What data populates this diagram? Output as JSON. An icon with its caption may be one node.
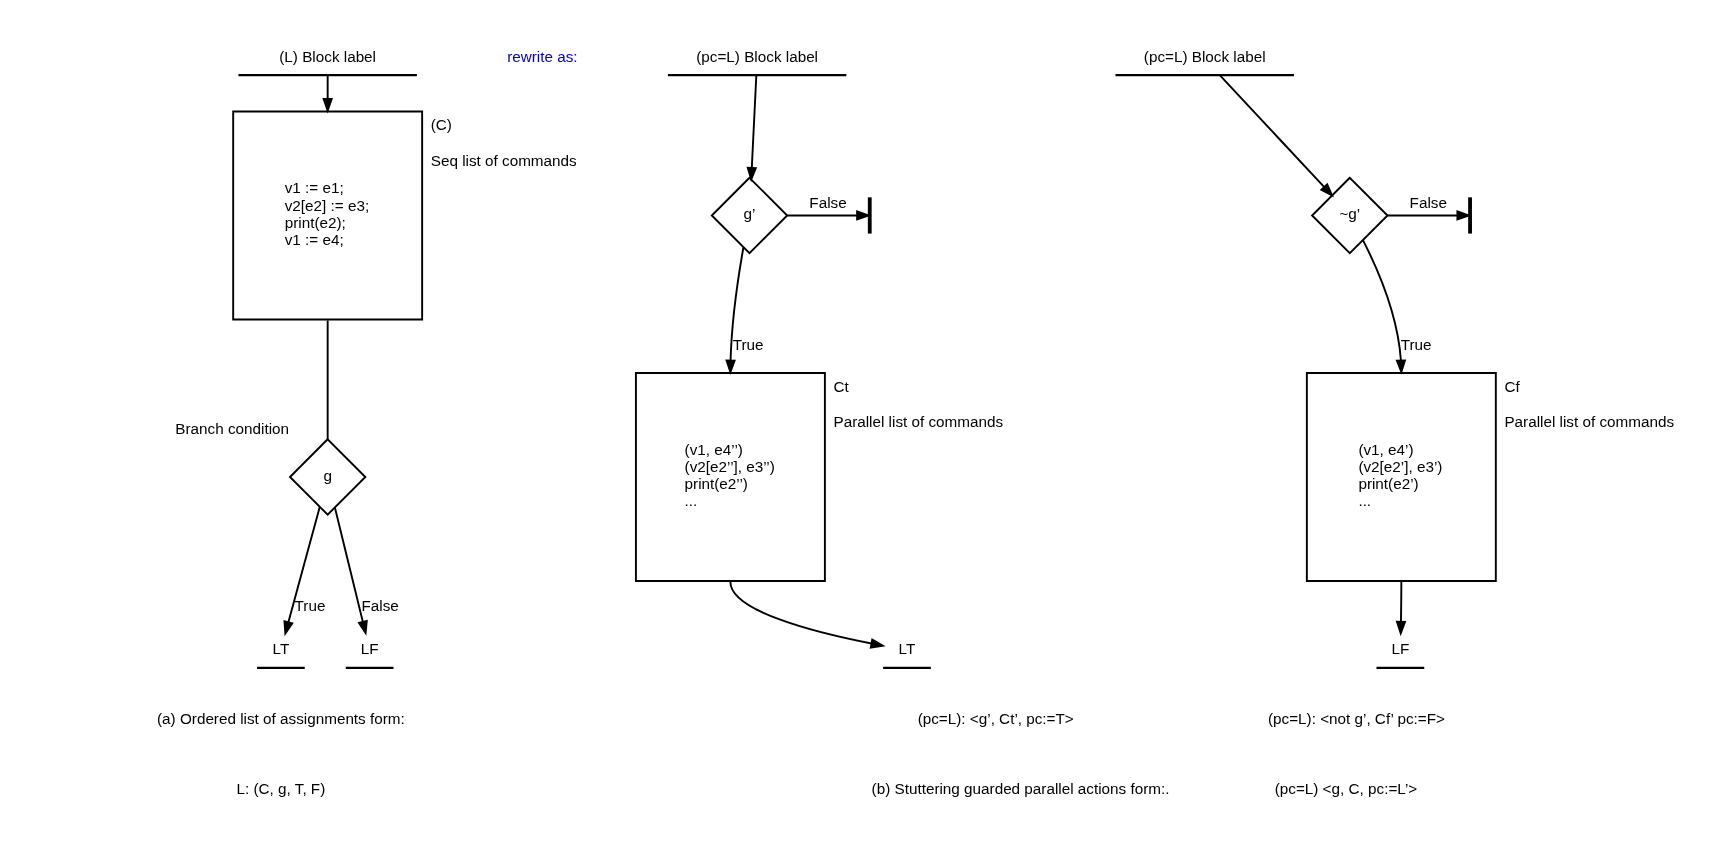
{
  "diagram": {
    "nodes": [
      {
        "text": [
          "(L) Block label"
        ]
      },
      {
        "text": [
          "v1 := e1;",
          "v2[e2] := e3;",
          "print(e2);",
          "v1 := e4;"
        ],
        "beside": [
          "(C)",
          "Seq list of commands"
        ]
      },
      {
        "text": [
          "g"
        ],
        "beside": [
          "Branch condition"
        ]
      },
      {
        "text": [
          "LT"
        ]
      },
      {
        "text": [
          "LF"
        ]
      },
      {
        "text": [
          "(pc=L) Block label"
        ]
      },
      {
        "text": [
          "g’"
        ]
      },
      {
        "text": [],
        "shape": "bar"
      },
      {
        "text": [
          "(v1, e4’’)",
          "(v2[e2’’], e3’’)",
          "print(e2’’)",
          "..."
        ],
        "beside": [
          "Ct",
          "Parallel list of commands"
        ]
      },
      {
        "text": [
          "LT"
        ]
      },
      {
        "text": [
          "(pc=L) Block label"
        ]
      },
      {
        "text": [
          "~g’"
        ]
      },
      {
        "text": [],
        "shape": "bar"
      },
      {
        "text": [
          "(v1, e4’)",
          "(v2[e2’], e3’)",
          "print(e2’)",
          "..."
        ],
        "beside": [
          "Cf",
          "Parallel list of commands"
        ]
      },
      {
        "text": [
          "LF"
        ]
      }
    ],
    "edges": [
      {
        "from": 0,
        "to": 1,
        "arrow": "to"
      },
      {
        "from": 1,
        "to": 2,
        "arrow": "none"
      },
      {
        "from": 2,
        "to": 3,
        "arrow": "to",
        "label": "True"
      },
      {
        "from": 2,
        "to": 4,
        "arrow": "to",
        "label": "False"
      },
      {
        "from": 5,
        "to": 6,
        "arrow": "to"
      },
      {
        "from": 6,
        "to": 7,
        "arrow": "to",
        "label": "False"
      },
      {
        "from": 6,
        "to": 8,
        "arrow": "to",
        "label": "True"
      },
      {
        "from": 8,
        "to": 9,
        "arrow": "to"
      },
      {
        "from": 10,
        "to": 11,
        "arrow": "to"
      },
      {
        "from": 11,
        "to": 12,
        "arrow": "to",
        "label": "False"
      },
      {
        "from": 11,
        "to": 13,
        "arrow": "to",
        "label": "True"
      },
      {
        "from": 13,
        "to": 14,
        "arrow": "to"
      }
    ],
    "labels": [
      "rewrite as:",
      "(a) Ordered list of assignments form:",
      "L: (C, g, T, F)",
      "(pc=L): <g’, Ct’, pc:=T>",
      "(pc=L): <not g’, Cf’ pc:=F>",
      "(b) Stuttering guarded parallel actions form:.",
      "(pc=L) <g, C, pc:=L’>"
    ]
  }
}
